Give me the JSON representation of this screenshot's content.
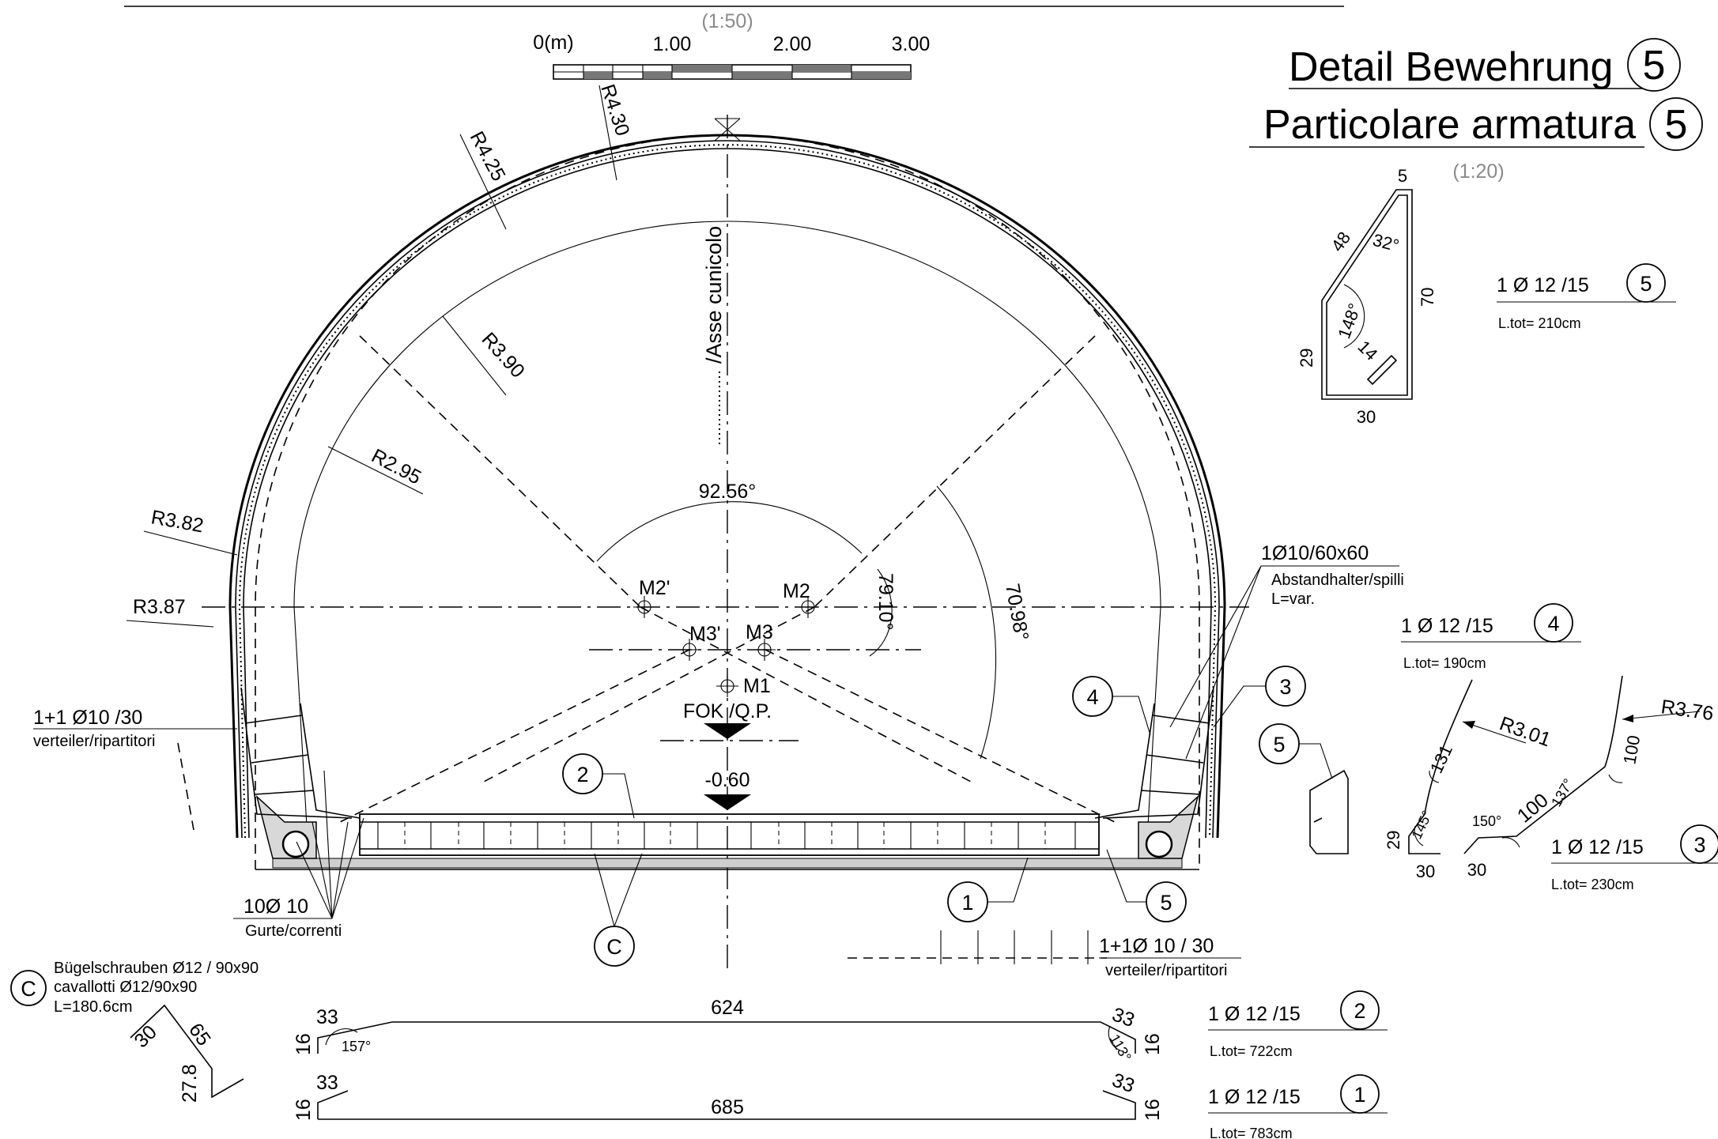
{
  "titles": {
    "de": "Detail Bewehrung",
    "it": "Particolare armatura",
    "number": "5",
    "scale_detail": "(1:20)"
  },
  "scale_bar": {
    "scale": "(1:50)",
    "labels": [
      "0(m)",
      "1.00",
      "2.00",
      "3.00"
    ]
  },
  "radii": [
    "R4.30",
    "R4.25",
    "R3.90",
    "R2.95",
    "R3.82",
    "R3.87"
  ],
  "axis_label": "/Asse cunicolo",
  "angles": {
    "main": "92.56°",
    "right1": "79.10°",
    "right2": "70.98°"
  },
  "centers": [
    "M2'",
    "M2",
    "M3'",
    "M3",
    "M1"
  ],
  "level": {
    "fok": "FOK /Q.P.",
    "invert": "-0.60"
  },
  "spacer": {
    "title": "1Ø10/60x60",
    "desc": "Abstandhalter/spilli",
    "length": "L=var."
  },
  "left_notes": {
    "distrib_title": "1+1 Ø10 /30",
    "distrib_desc": "verteiler/ripartitori",
    "chords_title": "10Ø 10",
    "chords_desc": "Gurte/correnti"
  },
  "c_detail": {
    "mark": "C",
    "line1": "Bügelschrauben Ø12 / 90x90",
    "line2": "cavallotti Ø12/90x90",
    "line3": "L=180.6cm",
    "dims": [
      "30",
      "65",
      "27.8"
    ]
  },
  "bottom_distrib": {
    "title": "1+1Ø 10 / 30",
    "desc": "verteiler/ripartitori"
  },
  "bubbles": [
    "1",
    "2",
    "3",
    "4",
    "5",
    "5",
    "C"
  ],
  "bar_schedule": [
    {
      "mark": "5",
      "spec": "1 Ø 12  /15",
      "length": "L.tot= 210cm"
    },
    {
      "mark": "4",
      "spec": "1 Ø 12  /15",
      "length": "L.tot= 190cm"
    },
    {
      "mark": "3",
      "spec": "1 Ø 12  /15",
      "length": "L.tot= 230cm"
    },
    {
      "mark": "2",
      "spec": "1 Ø 12  /15",
      "length": "L.tot= 722cm"
    },
    {
      "mark": "1",
      "spec": "1 Ø 12  /15",
      "length": "L.tot= 783cm"
    }
  ],
  "bar5_dims": [
    "5",
    "48",
    "32°",
    "70",
    "148°",
    "14",
    "29",
    "30"
  ],
  "bar4_dims": [
    "131",
    "R3.01",
    "145°",
    "29",
    "30"
  ],
  "bar3_dims": [
    "R3.76",
    "100",
    "137°",
    "100",
    "150°",
    "30"
  ],
  "bar2_dims": [
    "33",
    "624",
    "33",
    "16",
    "157°",
    "113°",
    "16"
  ],
  "bar1_dims": [
    "33",
    "685",
    "33",
    "16",
    "16"
  ]
}
